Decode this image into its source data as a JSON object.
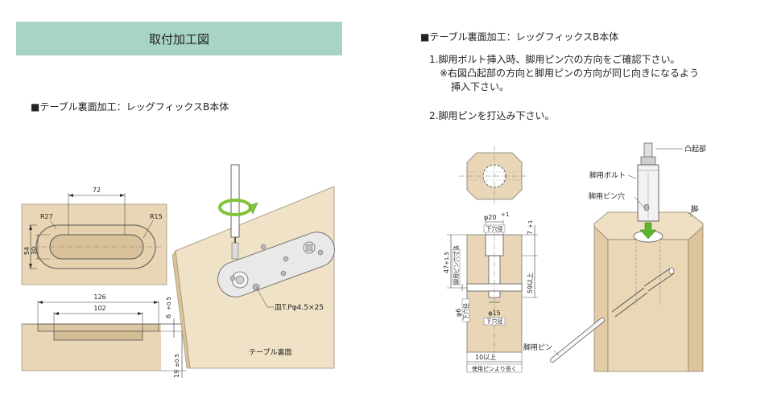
{
  "left": {
    "title": "取付加工図",
    "section_heading": "■テーブル裏面加工：レッグフィックスB本体",
    "top_view": {
      "dim_width": "72",
      "radius_left": "R27",
      "radius_right": "R15",
      "dim_54": "54",
      "dim_30": "30"
    },
    "section_view": {
      "dim_126": "126",
      "dim_102": "102",
      "dim_6": "6",
      "dim_6_tol": "+0.5",
      "dim_19": "19",
      "dim_19_tol": "±0.5"
    },
    "illustration": {
      "screw_label": "皿T.Pφ4.5×25",
      "surface_label": "テーブル裏面"
    }
  },
  "right": {
    "section_heading": "■テーブル裏面加工：レッグフィックスB本体",
    "step1": "1.脚用ボルト挿入時、脚用ピン穴の方向をご確認下さい。",
    "note_line1": "※右図凸起部の方向と脚用ピンの方向が同じ向きになるよう",
    "note_line2": "挿入下さい。",
    "step2": "2.脚用ピンを打込み下さい。",
    "section_dims": {
      "phi20": "φ20",
      "phi20_tol": "+1",
      "phi20_sub": "下穴径",
      "dim7": "7",
      "dim7_tol": "+1",
      "dim47": "47",
      "dim47_tol": "+1.5",
      "dim47_sub": "脚用ピン穴寸法",
      "dim59": "59以上",
      "phi6": "φ6",
      "phi6_sub": "下穴径",
      "phi15": "φ15",
      "phi15_sub": "下穴径",
      "dim10": "10以上",
      "dim10_sub": "使用ピンより長く"
    },
    "illustration": {
      "protrusion_label": "凸起部",
      "bolt_label": "脚用ボルト",
      "pin_hole_label": "脚用ピン穴",
      "leg_label": "脚",
      "pin_label": "脚用ピン"
    }
  }
}
